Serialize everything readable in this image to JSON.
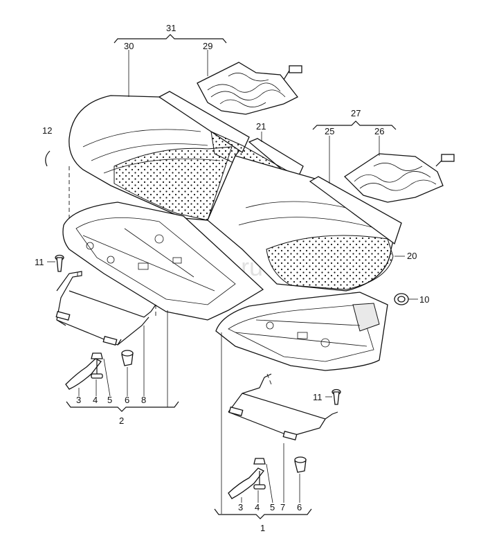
{
  "watermark": "vegtec.ru",
  "labels": {
    "p31": "31",
    "p30": "30",
    "p29": "29",
    "p27": "27",
    "p25": "25",
    "p26": "26",
    "p12": "12",
    "p21": "21",
    "p20": "20",
    "p10": "10",
    "p11a": "11",
    "p11b": "11",
    "l_3": "3",
    "l_4": "4",
    "l_5": "5",
    "l_6": "6",
    "l_8": "8",
    "l_2": "2",
    "r_3": "3",
    "r_4": "4",
    "r_5": "5",
    "r_7": "7",
    "r_6": "6",
    "r_1": "1"
  }
}
